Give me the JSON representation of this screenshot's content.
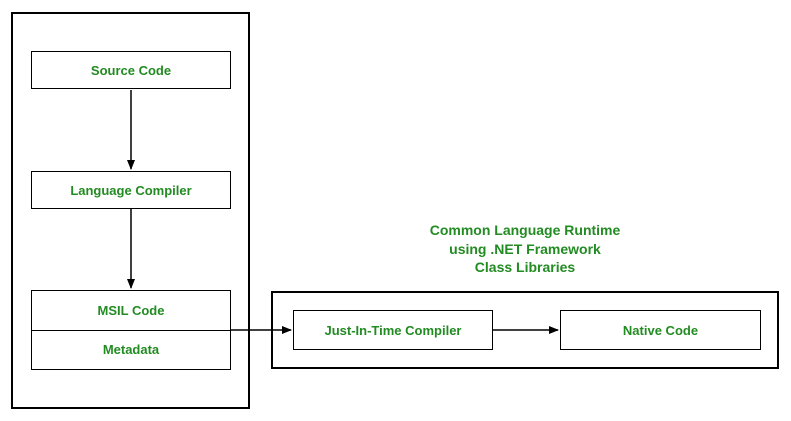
{
  "diagram": {
    "background_color": "#ffffff",
    "line_color": "#000000",
    "label_color": "#228B22",
    "left_group": {
      "source_code_label": "Source Code",
      "language_compiler_label": "Language Compiler",
      "msil_code_label": "MSIL Code",
      "metadata_label": "Metadata"
    },
    "right_group": {
      "caption_lines": [
        "Common Language Runtime",
        "using .NET Framework",
        "Class Libraries"
      ],
      "jit_compiler_label": "Just-In-Time Compiler",
      "native_code_label": "Native Code"
    }
  }
}
